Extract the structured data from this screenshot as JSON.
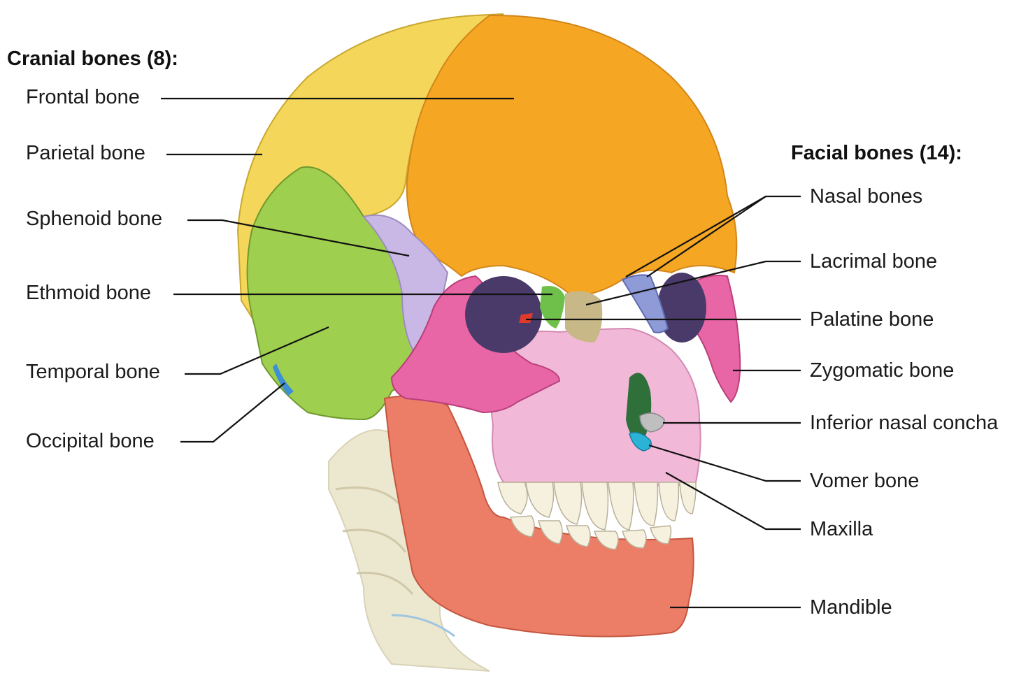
{
  "cranial": {
    "heading": "Cranial bones (8):",
    "labels": {
      "frontal": "Frontal bone",
      "parietal": "Parietal bone",
      "sphenoid": "Sphenoid bone",
      "ethmoid": "Ethmoid bone",
      "temporal": "Temporal bone",
      "occipital": "Occipital bone"
    }
  },
  "facial": {
    "heading": "Facial bones (14):",
    "labels": {
      "nasal": "Nasal bones",
      "lacrimal": "Lacrimal bone",
      "palatine": "Palatine bone",
      "zygomatic": "Zygomatic bone",
      "inferior_concha": "Inferior nasal concha",
      "vomer": "Vomer bone",
      "maxilla": "Maxilla",
      "mandible": "Mandible"
    }
  },
  "colors": {
    "frontal": "#f5a623",
    "parietal": "#f3d65a",
    "sphenoid": "#c9b8e6",
    "ethmoid": "#6fc04a",
    "temporal": "#9fcf4f",
    "occipital": "#3d8fd6",
    "nasal": "#8e9bd6",
    "lacrimal": "#c8b888",
    "palatine": "#e03a2a",
    "zygomatic": "#e866a6",
    "maxilla": "#f2b8d8",
    "mandible": "#ec7e68",
    "vomer": "#2bb3d6",
    "inferior_concha": "#bfbfbf",
    "teeth": "#f6f1de",
    "spine": "#ece7cf"
  }
}
